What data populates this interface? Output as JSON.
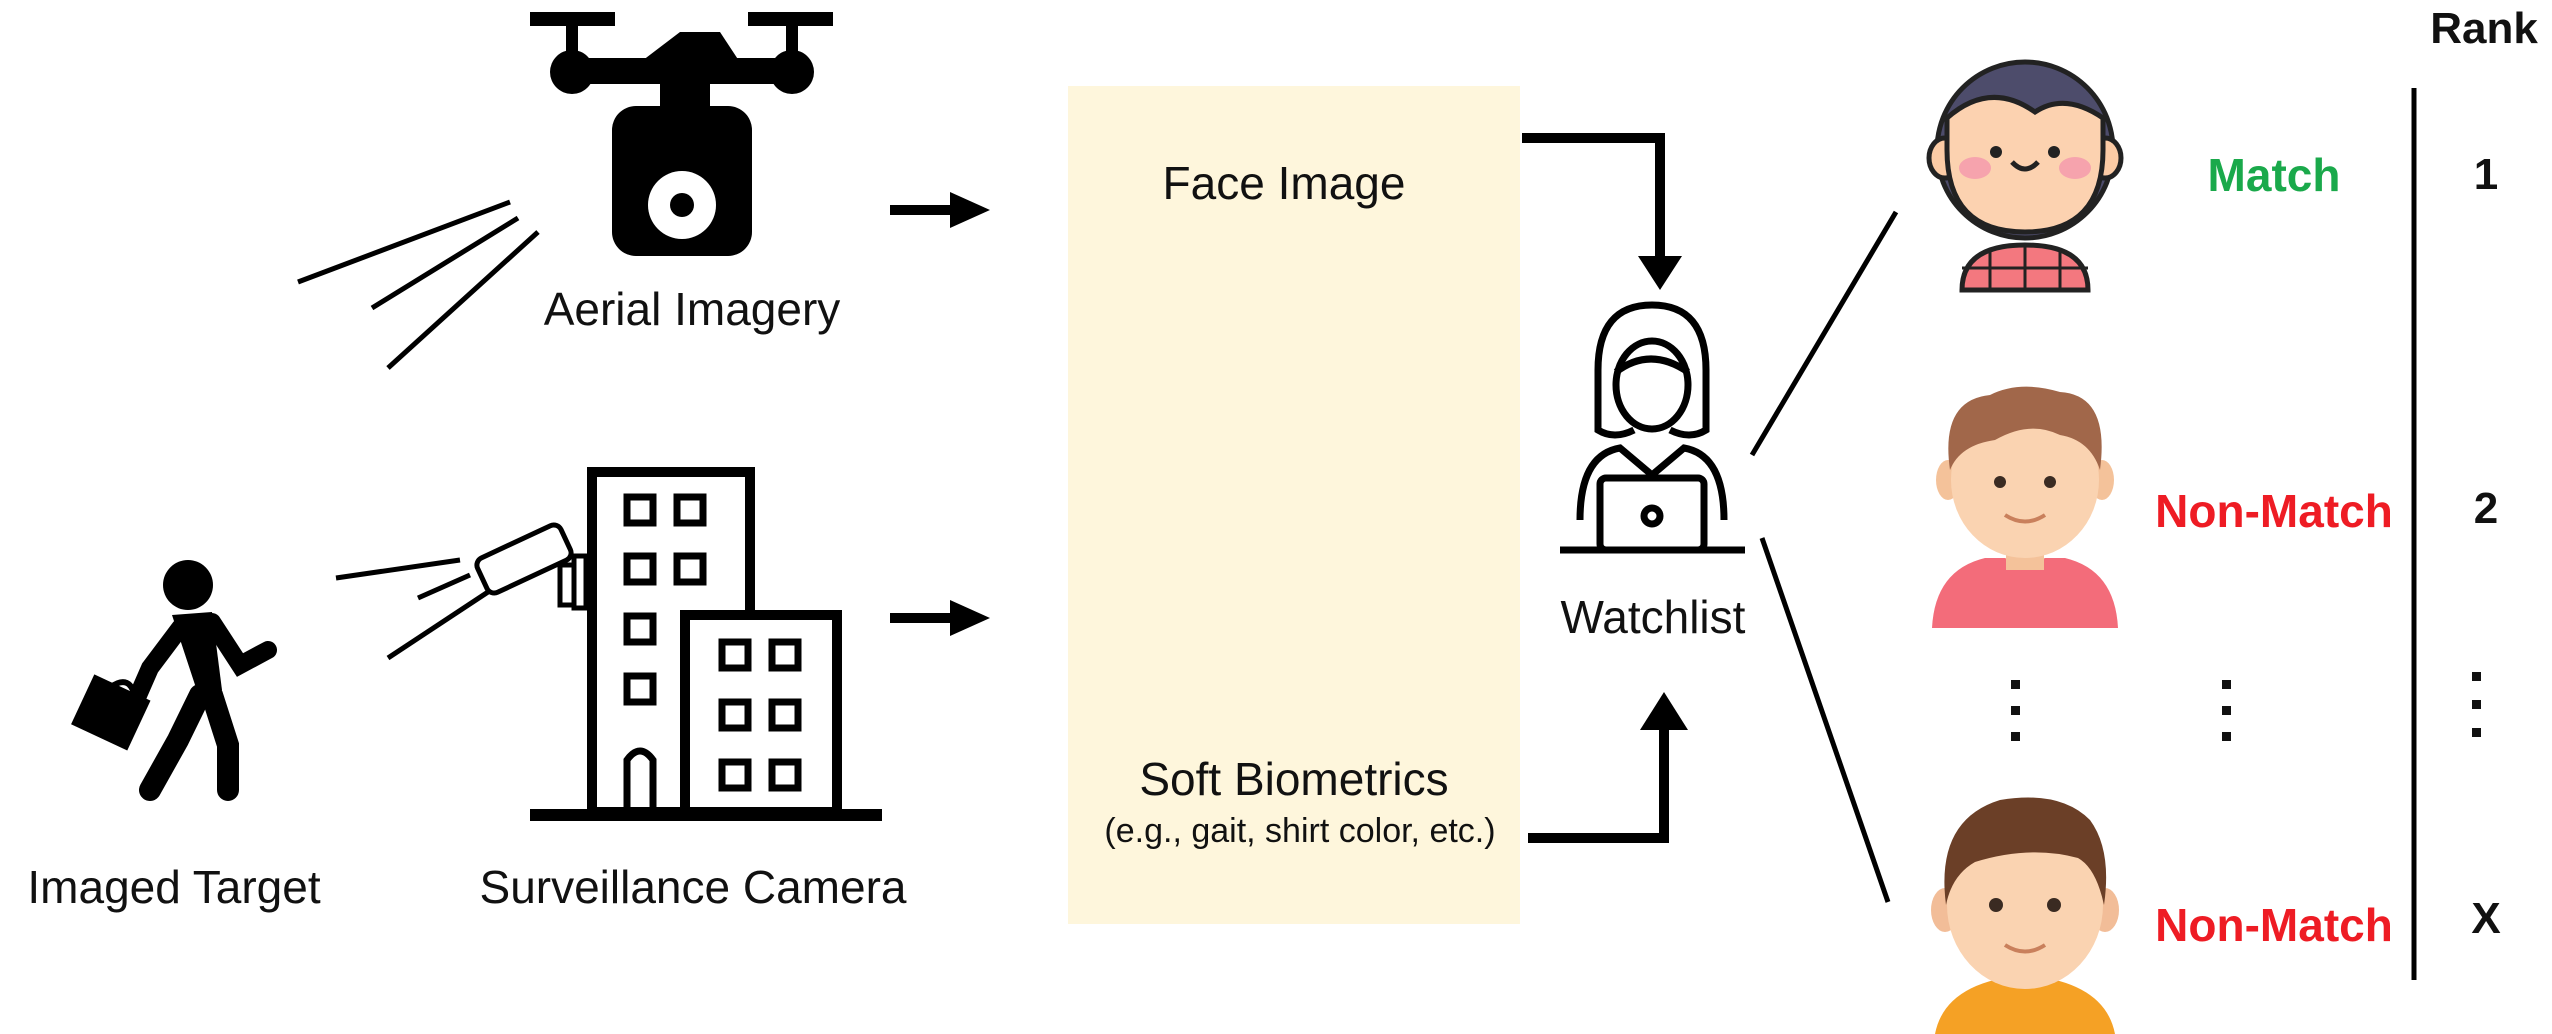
{
  "colors": {
    "panel_bg": "#fef6dc",
    "match": "#1aa94b",
    "non_match": "#ee1c24",
    "ink": "#111111"
  },
  "sources": {
    "aerial_label": "Aerial Imagery",
    "surveillance_label": "Surveillance Camera",
    "target_label": "Imaged Target"
  },
  "features": {
    "face_label": "Face Image",
    "soft_label": "Soft Biometrics",
    "soft_sub": "(e.g., gait, shirt color, etc.)"
  },
  "watchlist": {
    "label": "Watchlist"
  },
  "results": {
    "header": "Rank",
    "rows": [
      {
        "status": "Match",
        "rank": "1",
        "kind": "match"
      },
      {
        "status": "Non-Match",
        "rank": "2",
        "kind": "non_match"
      },
      {
        "status": "Non-Match",
        "rank": "X",
        "kind": "non_match"
      }
    ]
  },
  "icons": [
    "drone-icon",
    "camera-icon",
    "person-walking-icon",
    "briefcase-icon",
    "building-icon",
    "cctv-icon",
    "face-scan-icon",
    "body-scan-icon",
    "operator-laptop-icon",
    "avatar-girl",
    "avatar-boy",
    "avatar-man",
    "ellipsis-icon",
    "arrow-icon"
  ]
}
